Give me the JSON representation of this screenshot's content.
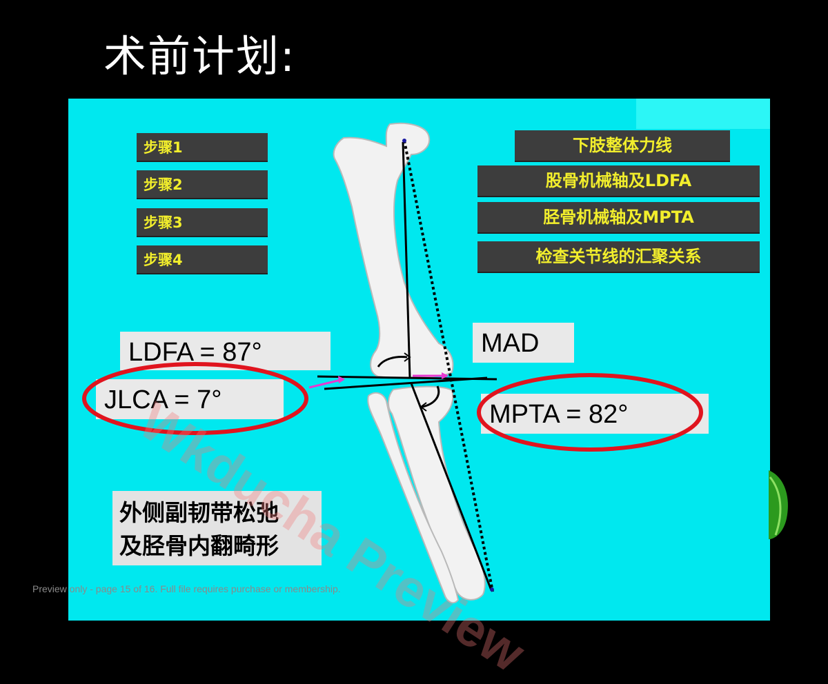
{
  "slide": {
    "title": "术前计划:",
    "steps": [
      "步骤1",
      "步骤2",
      "步骤3",
      "步骤4"
    ],
    "step_descriptions": [
      "下肢整体力线",
      "股骨机械轴及LDFA",
      "胫骨机械轴及MPTA",
      "检查关节线的汇聚关系"
    ],
    "measurements": {
      "ldfa": "LDFA = 87°",
      "jlca": "JLCA = 7°",
      "mad": "MAD",
      "mpta": "MPTA = 82°"
    },
    "note": "外侧副韧带松弛\n及胫骨内翻畸形"
  },
  "colors": {
    "background": "#000000",
    "board": "#00e8ef",
    "label_box": "#3d3d3d",
    "label_text": "#f2ee2c",
    "highlight_ring": "#e0141e",
    "bone": "#f2f2f2"
  },
  "overlay": {
    "watermark": "Wkducha Preview",
    "footer": "Preview only - page 15 of 16. Full file requires purchase or membership."
  }
}
